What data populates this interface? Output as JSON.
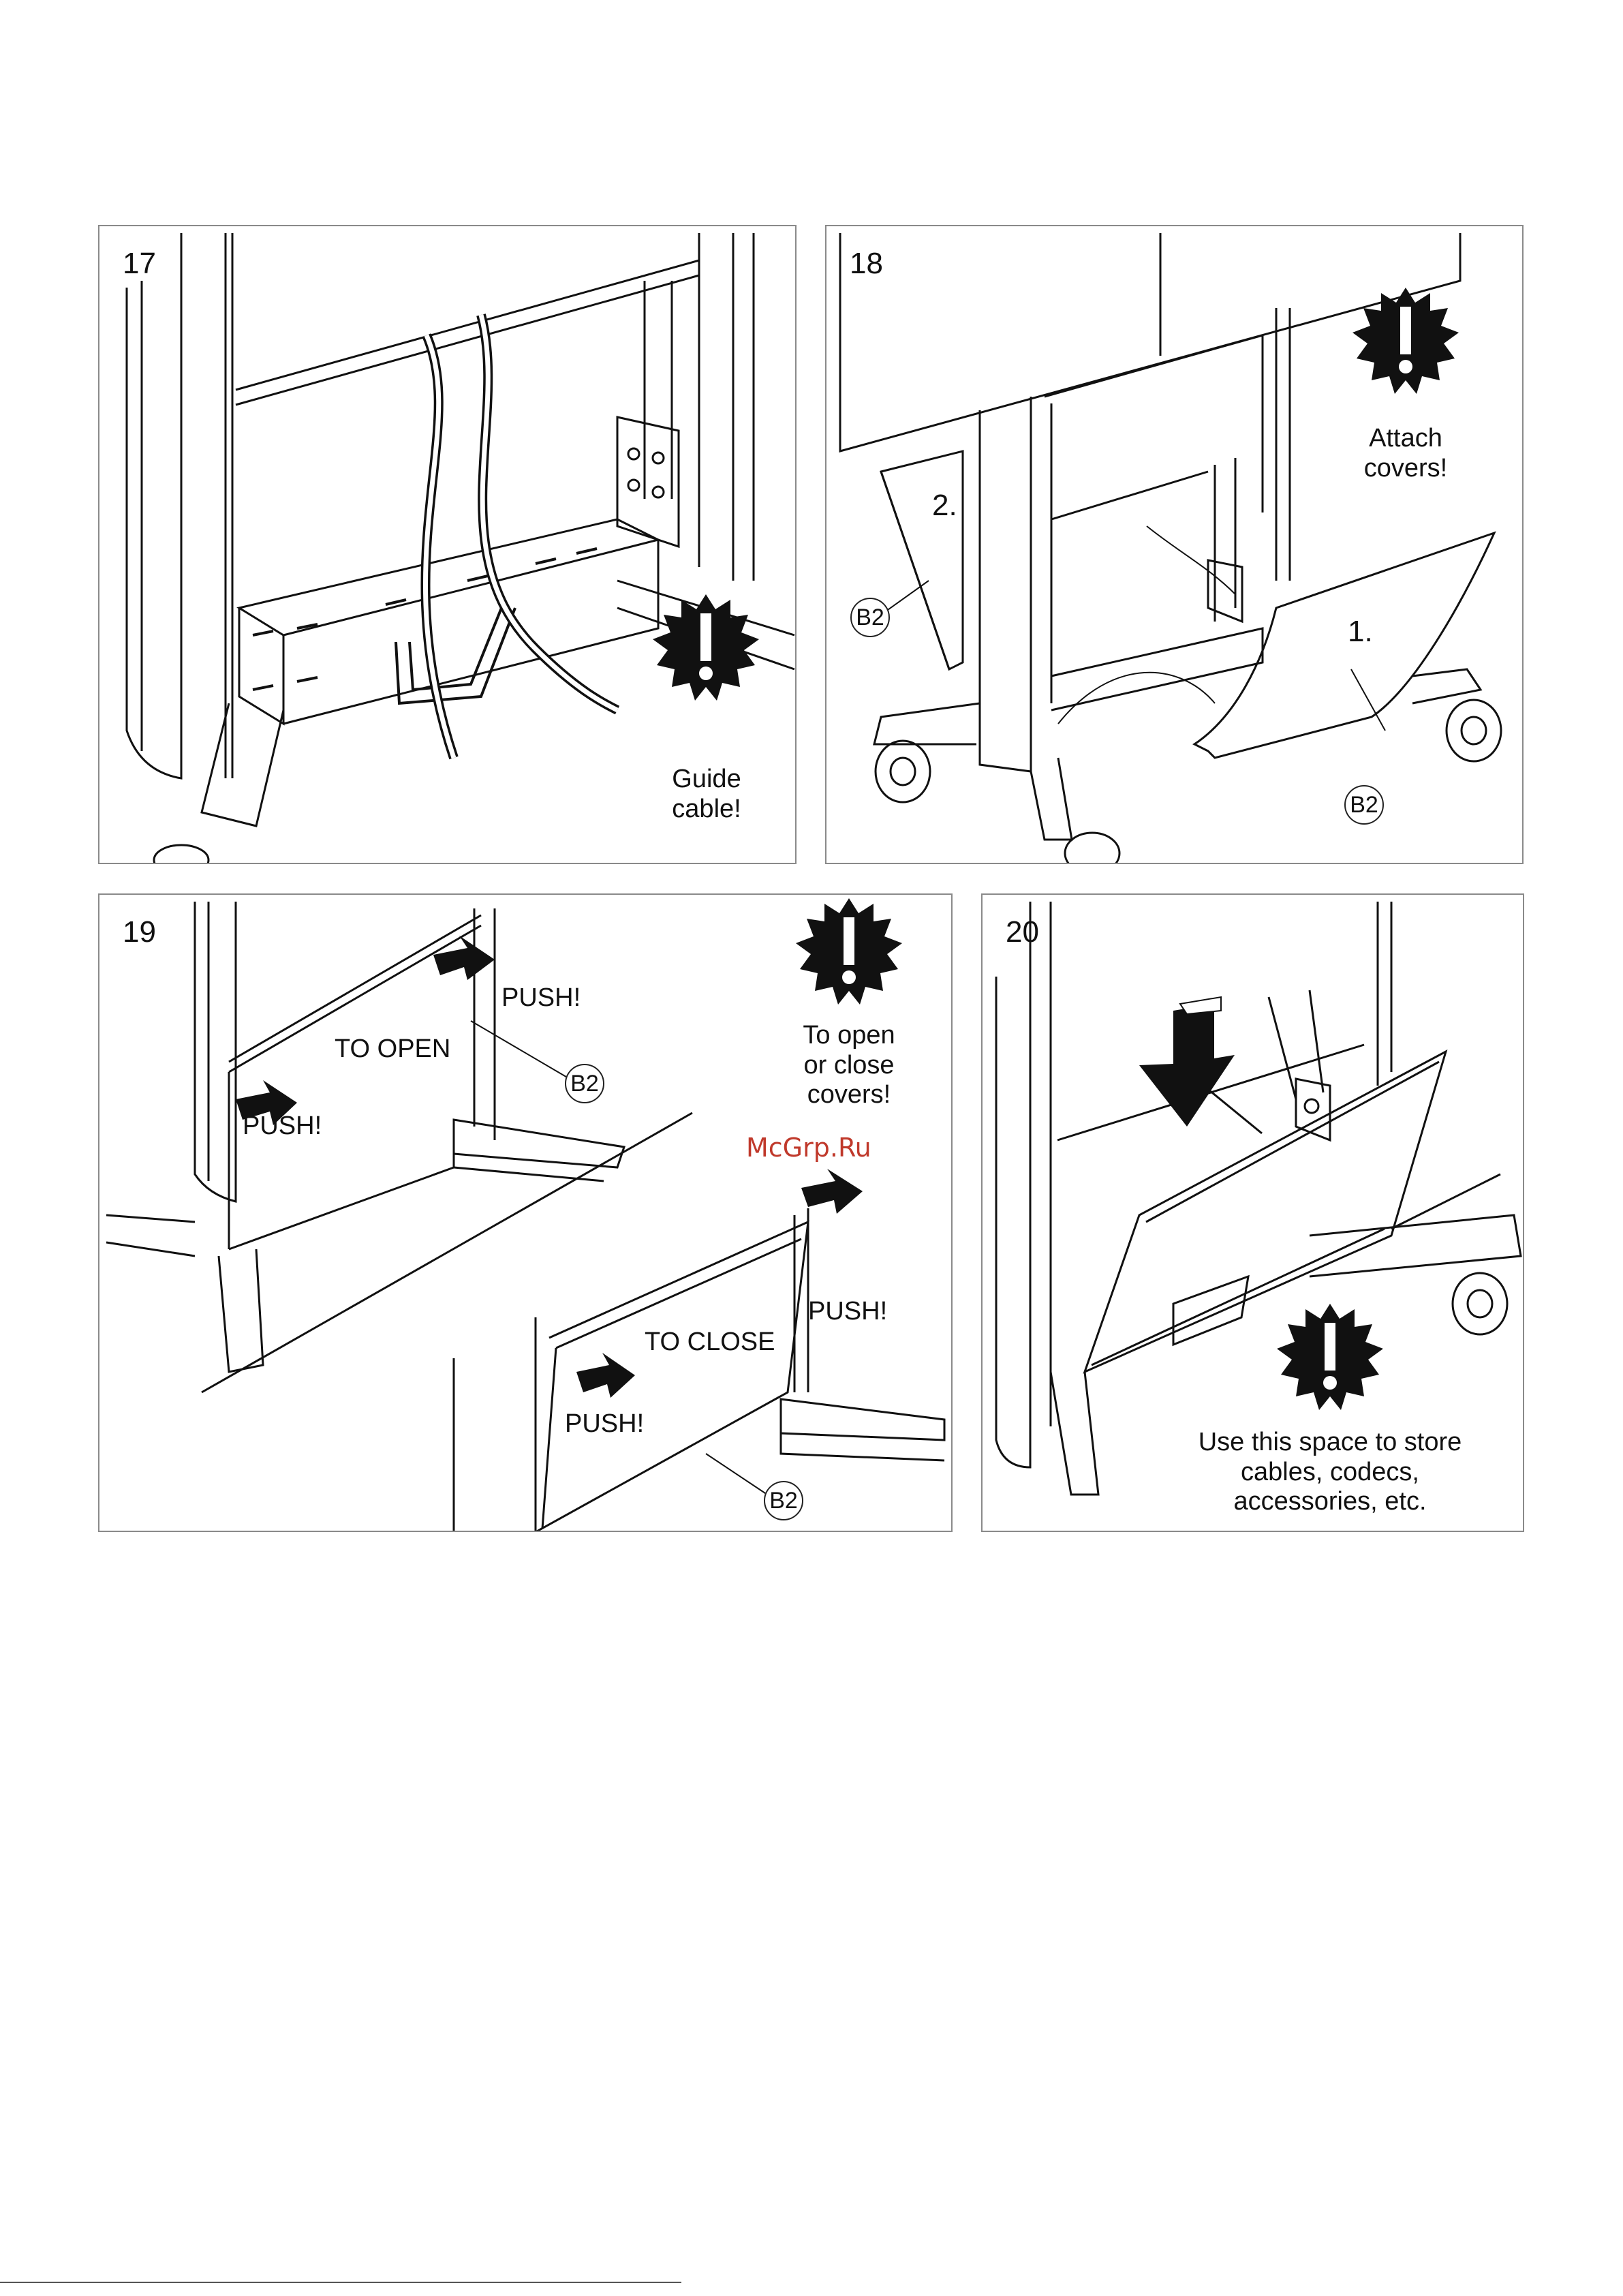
{
  "panel17": {
    "step": "17",
    "note": "Guide\ncable!"
  },
  "panel18": {
    "step": "18",
    "note": "Attach\ncovers!",
    "label1": "1.",
    "label2": "2.",
    "callout": "B2"
  },
  "panel19": {
    "step": "19",
    "note": "To open\nor close\ncovers!",
    "push": "PUSH!",
    "to_open": "TO OPEN",
    "to_close": "TO CLOSE",
    "callout": "B2"
  },
  "panel20": {
    "step": "20",
    "note": "Use this space to store\ncables, codecs,\naccessories, etc."
  },
  "watermark": "McGrp.Ru",
  "icons": [
    "warning-starburst-icon",
    "push-arrow-icon",
    "down-arrow-icon"
  ],
  "colors": {
    "line": "#111111",
    "frame": "#8a8a8a",
    "watermark": "#c0392b"
  }
}
